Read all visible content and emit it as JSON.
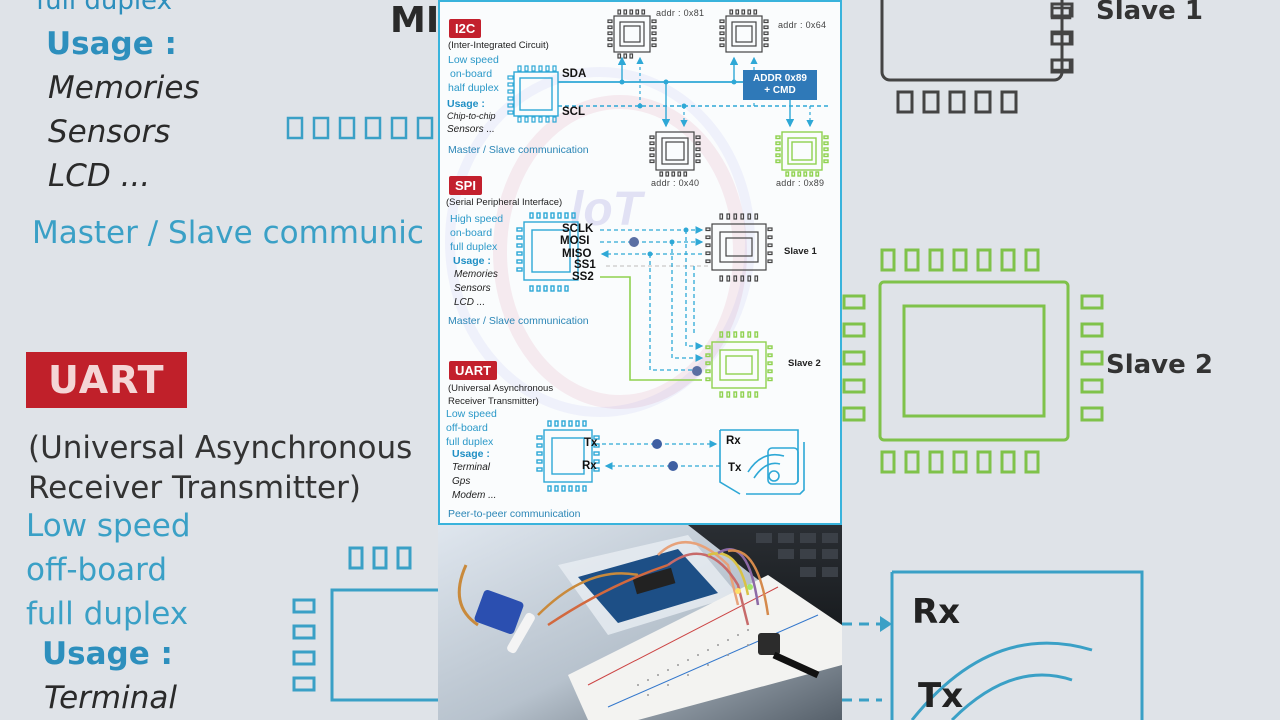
{
  "i2c": {
    "badge": "I2C",
    "subtitle": "(Inter-Integrated Circuit)",
    "features": [
      "Low speed",
      "on-board",
      "half duplex"
    ],
    "usage_label": "Usage :",
    "usage_items": [
      "Chip-to-chip",
      "Sensors ..."
    ],
    "pins": [
      "SDA",
      "SCL"
    ],
    "addresses": [
      "addr : 0x81",
      "addr : 0x64",
      "addr : 0x40",
      "addr : 0x89"
    ],
    "addr_box": [
      "ADDR 0x89",
      "+ CMD"
    ],
    "communication": "Master / Slave communication"
  },
  "spi": {
    "badge": "SPI",
    "subtitle": "(Serial Peripheral Interface)",
    "features": [
      "High speed",
      "on-board",
      "full duplex"
    ],
    "usage_label": "Usage :",
    "usage_items": [
      "Memories",
      "Sensors",
      "LCD ..."
    ],
    "pins": [
      "SCLK",
      "MOSI",
      "MISO",
      "SS1",
      "SS2"
    ],
    "slaves": [
      "Slave 1",
      "Slave 2"
    ],
    "communication": "Master / Slave communication"
  },
  "uart": {
    "badge": "UART",
    "subtitle": [
      "(Universal Asynchronous",
      "Receiver Transmitter)"
    ],
    "features": [
      "Low speed",
      "off-board",
      "full duplex"
    ],
    "usage_label": "Usage :",
    "usage_items": [
      "Terminal",
      "Gps",
      "Modem ..."
    ],
    "pins": [
      "Tx",
      "Rx"
    ],
    "peer_pins": [
      "Rx",
      "Tx"
    ],
    "communication": "Peer-to-peer communication"
  },
  "background": {
    "left": {
      "top_fragment": "full duplex",
      "usage_label": "Usage :",
      "items": [
        "Memories",
        "Sensors",
        "LCD ..."
      ],
      "communication": "Master / Slave communic",
      "badge": "UART",
      "subtitle": [
        "(Universal Asynchronous",
        "Receiver Transmitter)"
      ],
      "features": [
        "Low speed",
        "off-board",
        "full duplex"
      ],
      "usage_label2": "Usage :",
      "item_bottom": "Terminal",
      "fragment": "MI"
    },
    "right": {
      "slaves": [
        "Slave 1",
        "Slave 2"
      ],
      "pins": [
        "Rx",
        "Tx"
      ]
    }
  },
  "colors": {
    "accent_blue": "#39b3dc",
    "badge_red": "#c3202d",
    "chip_green": "#8fd14f",
    "addr_box": "#2f79b8"
  }
}
